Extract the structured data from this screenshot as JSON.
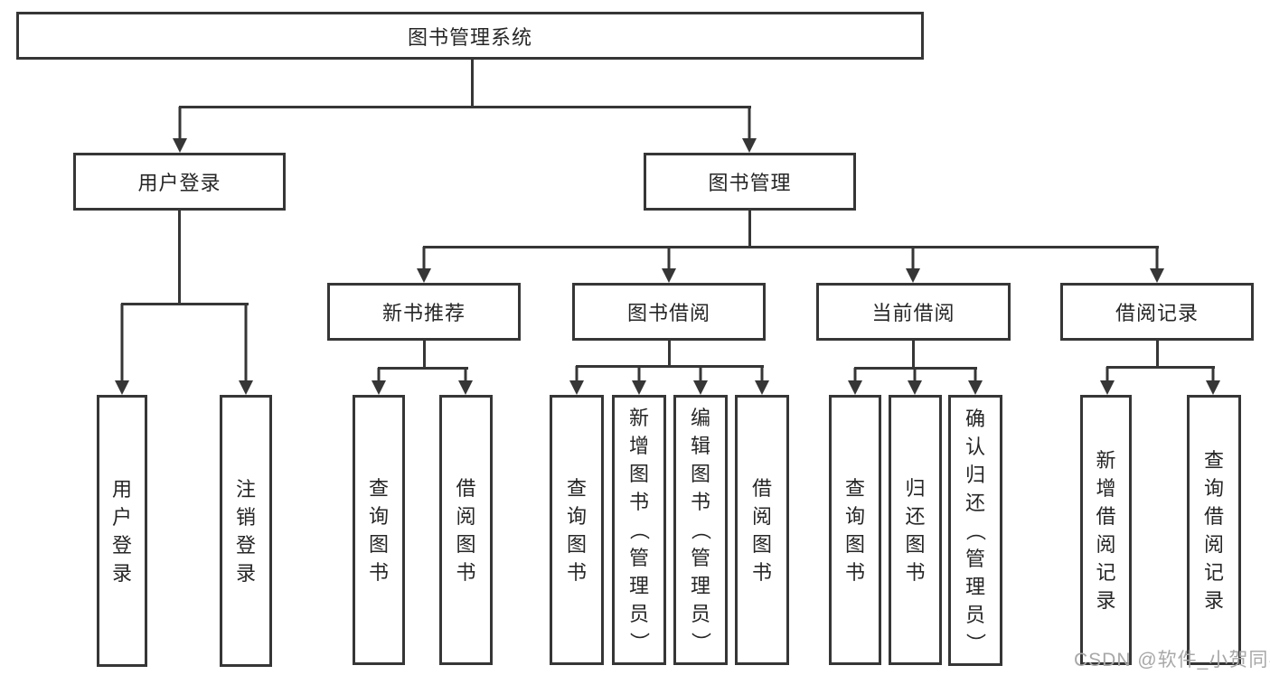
{
  "nodes": {
    "root": "图书管理系统",
    "user_login": "用户登录",
    "book_mgmt": "图书管理",
    "new_books": "新书推荐",
    "book_borrow": "图书借阅",
    "current_borrow": "当前借阅",
    "borrow_records": "借阅记录",
    "leaf_user_login": "用户登录",
    "leaf_logout": "注销登录",
    "leaf_nb_query": "查询图书",
    "leaf_nb_borrow": "借阅图书",
    "leaf_bb_query": "查询图书",
    "leaf_bb_add": "新增图书（管理员）",
    "leaf_bb_edit": "编辑图书（管理员）",
    "leaf_bb_borrow": "借阅图书",
    "leaf_cb_query": "查询图书",
    "leaf_cb_return": "归还图书",
    "leaf_cb_confirm": "确认归还（管理员）",
    "leaf_br_add": "新增借阅记录",
    "leaf_br_query": "查询借阅记录"
  },
  "watermark": "CSDN @软件_小贺同学",
  "colors": {
    "line": "#363636",
    "text": "#262626",
    "watermark": "#a8a8a8",
    "background": "#ffffff"
  }
}
